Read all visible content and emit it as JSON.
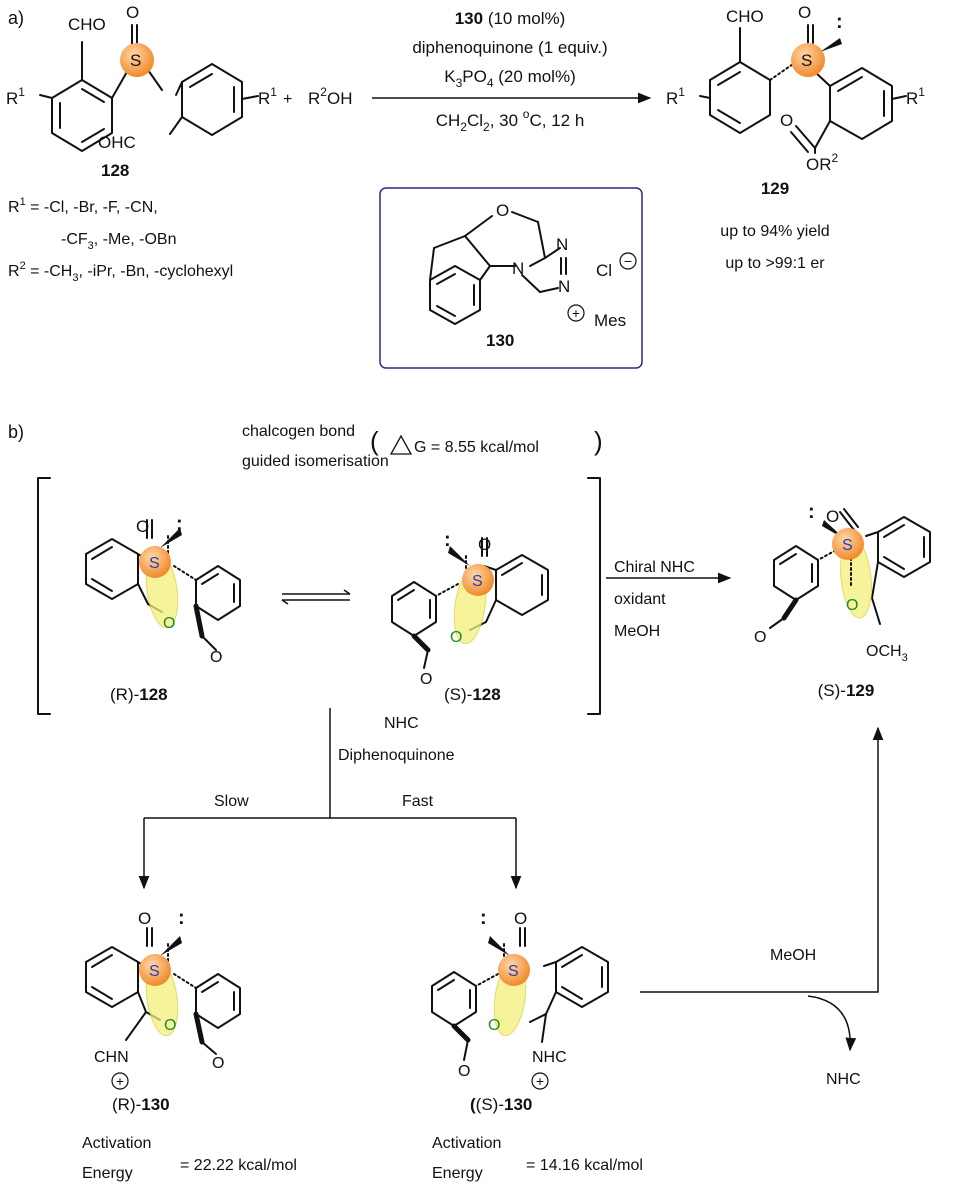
{
  "colors": {
    "sulfur": "#f39a3c",
    "ellipse": "#f3f07a",
    "sulfur_label": "#1f3fbf",
    "oxygen_label": "#1f8a2a",
    "box_border": "#2a2a8a"
  },
  "part_a": {
    "label": "a)",
    "conditions": {
      "line1_compound": "130",
      "line1_rest": " (10 mol%)",
      "line2": "diphenoquinone (1 equiv.)",
      "line3_pre": "K",
      "line3_sub1": "3",
      "line3_mid": "PO",
      "line3_sub2": "4",
      "line3_post": " (20 mol%)",
      "line4_pre": "CH",
      "line4_sub1": "2",
      "line4_mid": "Cl",
      "line4_sub2": "2",
      "line4_post1": ", 30 ",
      "line4_sup": "o",
      "line4_post2": "C, 12 h"
    },
    "plus": "+",
    "reagent_pre": "R",
    "reagent_sup": "2",
    "reagent_post": "OH",
    "sm": {
      "cho": "CHO",
      "ohc": "OHC",
      "s": "S",
      "o": "O",
      "r1": "R",
      "r1_sup": "1",
      "label": "128",
      "r1_def_line1_pre": "R",
      "r1_def_line1_sup": "1",
      "r1_def_line1_post": " = -Cl, -Br, -F, -CN,",
      "r1_def_line2_pre": "-CF",
      "r1_def_line2_sub": "3",
      "r1_def_line2_post": ", -Me, -OBn",
      "r2_def_pre": "R",
      "r2_def_sup": "2",
      "r2_def_mid1": " = -CH",
      "r2_def_sub": "3",
      "r2_def_post": ", -iPr, -Bn, -cyclohexyl"
    },
    "product": {
      "cho": "CHO",
      "s": "S",
      "o": "O",
      "lone_pair": ":",
      "ester_o": "O",
      "ester_or": "OR",
      "ester_sup": "2",
      "r1": "R",
      "r1_sup": "1",
      "label": "129",
      "yield": "up to 94% yield",
      "er": "up to >99:1 er"
    },
    "catalyst": {
      "o": "O",
      "n1": "N",
      "n2": "N",
      "n3": "N",
      "cl": "Cl",
      "minus": "−",
      "plus": "+",
      "mes": "Mes",
      "label": "130"
    }
  },
  "part_b": {
    "label": "b)",
    "chalcogen_line1": "chalcogen bond",
    "chalcogen_line2": "guided isomerisation",
    "delta_g": "G = 8.55 kcal/mol",
    "r128": {
      "pre": "(R)-",
      "num": "128"
    },
    "s128": {
      "pre": "(S)-",
      "num": "128"
    },
    "s129": {
      "pre": "(S)-",
      "num": "129"
    },
    "r130": {
      "pre": "(R)-",
      "num": "130"
    },
    "s130": {
      "pre": "(S)-",
      "num": "130"
    },
    "arrow_right_line1": "Chiral NHC",
    "arrow_right_line2": "oxidant",
    "arrow_right_line3": "MeOH",
    "down_line1": "NHC",
    "down_line2": "Diphenoquinone",
    "slow": "Slow",
    "fast": "Fast",
    "meoh": "MeOH",
    "nhc_out": "NHC",
    "atoms": {
      "s": "S",
      "o": "O",
      "lone_pair": ":",
      "och3_pre": "OCH",
      "och3_sub": "3",
      "chn": "CHN",
      "nhc": "NHC",
      "plus": "+"
    },
    "act_left": {
      "line1": "Activation",
      "line2": "Energy",
      "value": "= 22.22 kcal/mol"
    },
    "act_right": {
      "line1": "Activation",
      "line2": "Energy",
      "value": "= 14.16 kcal/mol"
    }
  }
}
